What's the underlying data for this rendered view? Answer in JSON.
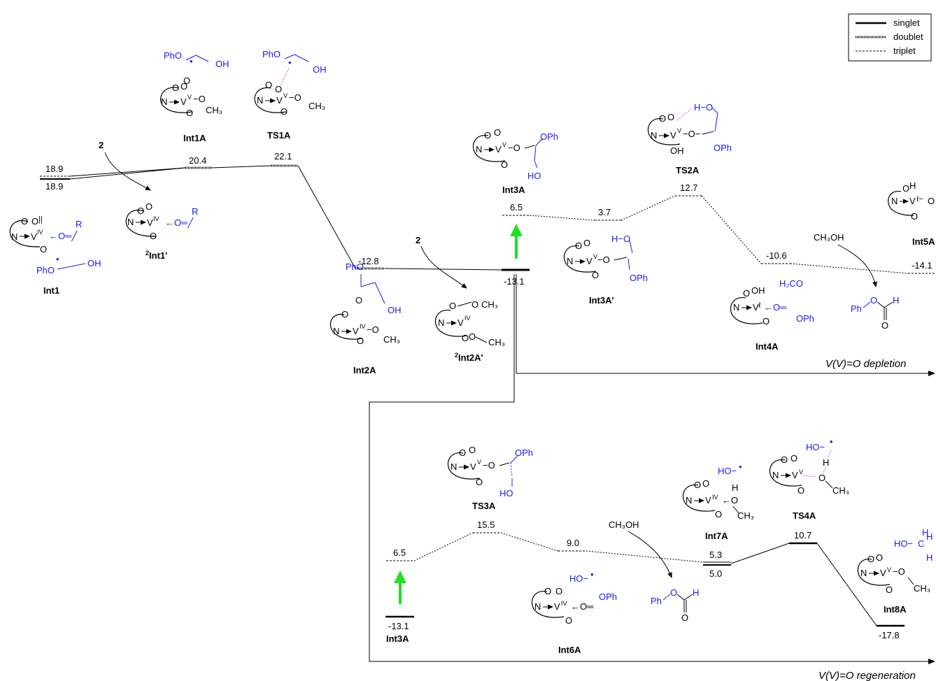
{
  "legend": {
    "entries": [
      {
        "label": "singlet",
        "style": "solid"
      },
      {
        "label": "doublet",
        "style": "dense"
      },
      {
        "label": "triplet",
        "style": "dashed"
      }
    ]
  },
  "axes": {
    "top_label": "V(V)=O depletion",
    "bottom_label": "V(V)=O regeneration"
  },
  "top": {
    "energies": {
      "int1_upper": "18.9",
      "int1_lower": "18.9",
      "int1a": "20.4",
      "ts1a": "22.1",
      "int2a": "-12.8",
      "int3a_singlet": "-13.1",
      "int3a_triplet": "6.5",
      "int3a_prime": "3.7",
      "ts2a": "12.7",
      "int4a": "-10.6",
      "int5a": "-14.1"
    },
    "names": {
      "int1": "Int1",
      "int1p": "Int1'",
      "int1p_sup": "2",
      "int1a": "Int1A",
      "ts1a": "TS1A",
      "int2a": "Int2A",
      "int2ap": "Int2A'",
      "int2ap_sup": "2",
      "int3a": "Int3A",
      "int3ap": "Int3A'",
      "ts2a": "TS2A",
      "int4a": "Int4A",
      "int5a": "Int5A"
    },
    "reagents": {
      "two_a": "2",
      "two_b": "2",
      "ch3oh": "CH₃OH",
      "h2co": "H₂CO"
    }
  },
  "bottom": {
    "energies": {
      "int3a_singlet": "-13.1",
      "int3a_triplet": "6.5",
      "ts3a": "15.5",
      "int6a": "9.0",
      "int7a_upper": "5.3",
      "int7a_lower": "5.0",
      "ts4a": "10.7",
      "int8a": "-17.8"
    },
    "names": {
      "int3a": "Int3A",
      "ts3a": "TS3A",
      "int6a": "Int6A",
      "int7a": "Int7A",
      "ts4a": "TS4A",
      "int8a": "Int8A"
    },
    "reagents": {
      "ch3oh": "CH₃OH"
    }
  },
  "colors": {
    "arrow_green": "#22e022",
    "chem_blue": "#1a1af0",
    "ts_bond_magenta": "#d040d0"
  },
  "icons": {
    "green_arrow": "up-arrow-icon",
    "curved_arrow": "curved-arrow-icon"
  }
}
